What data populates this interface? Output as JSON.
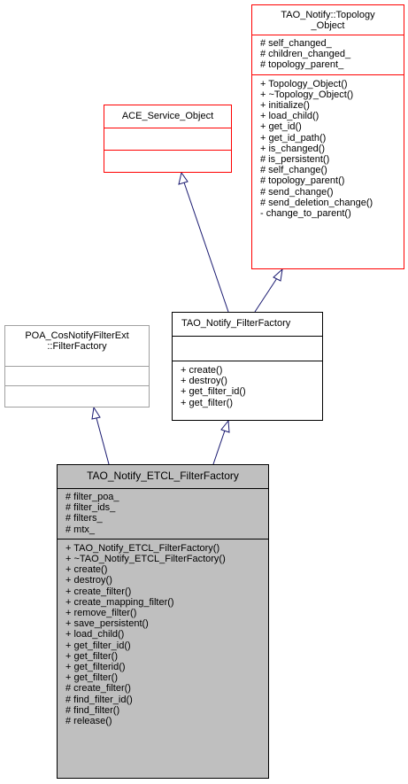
{
  "topology_object": {
    "title_line1": "TAO_Notify::Topology",
    "title_line2": "_Object",
    "attributes": [
      "# self_changed_",
      "# children_changed_",
      "# topology_parent_"
    ],
    "methods": [
      "+ Topology_Object()",
      "+ ~Topology_Object()",
      "+ initialize()",
      "+ load_child()",
      "+ get_id()",
      "+ get_id_path()",
      "+ is_changed()",
      "# is_persistent()",
      "# self_change()",
      "# topology_parent()",
      "# send_change()",
      "# send_deletion_change()",
      "- change_to_parent()"
    ]
  },
  "ace_service_object": {
    "title": "ACE_Service_Object"
  },
  "filter_factory": {
    "title": "TAO_Notify_FilterFactory",
    "methods": [
      "+ create()",
      "+ destroy()",
      "+ get_filter_id()",
      "+ get_filter()"
    ]
  },
  "poa_filter_factory": {
    "title_line1": "POA_CosNotifyFilterExt",
    "title_line2": "::FilterFactory"
  },
  "etcl_filter_factory": {
    "title": "TAO_Notify_ETCL_FilterFactory",
    "attributes": [
      "# filter_poa_",
      "# filter_ids_",
      "# filters_",
      "# mtx_"
    ],
    "methods": [
      "+ TAO_Notify_ETCL_FilterFactory()",
      "+ ~TAO_Notify_ETCL_FilterFactory()",
      "+ create()",
      "+ destroy()",
      "+ create_filter()",
      "+ create_mapping_filter()",
      "+ remove_filter()",
      "+ save_persistent()",
      "+ load_child()",
      "+ get_filter_id()",
      "+ get_filter()",
      "+ get_filterid()",
      "+ get_filter()",
      "# create_filter()",
      "# find_filter_id()",
      "# find_filter()",
      "# release()"
    ]
  },
  "colors": {
    "red_border": "#ff0000",
    "gray_border": "#a0a0a0",
    "edge": "#191970",
    "highlight_fill": "#bfbfbf"
  }
}
